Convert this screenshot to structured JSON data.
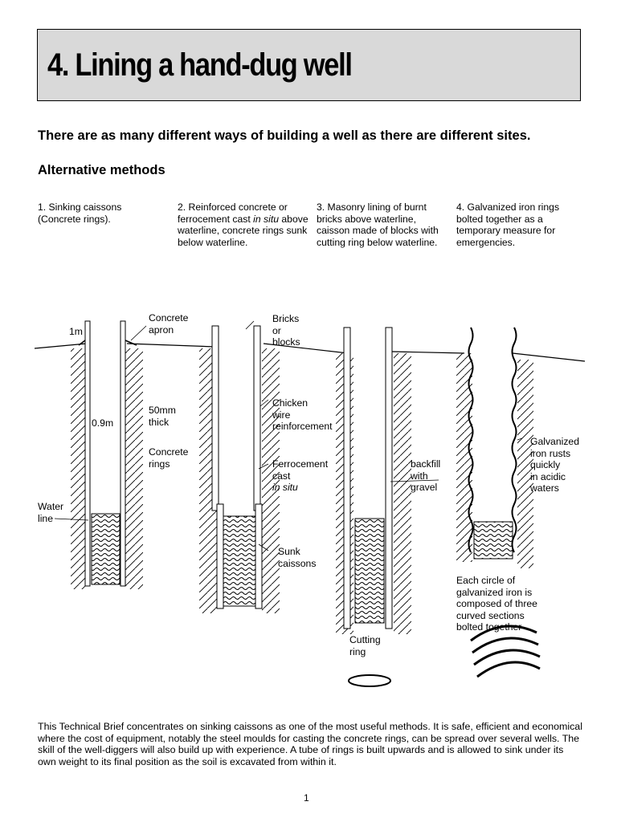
{
  "header": {
    "title": "4. Lining a hand-dug well"
  },
  "intro": "There are as many different ways of building a well as there are different sites.",
  "subheading": "Alternative methods",
  "methods": [
    {
      "pre": "1.  Sinking caissons (Concrete rings).",
      "em": "",
      "post": ""
    },
    {
      "pre": "2.  Reinforced concrete or ferrocement cast ",
      "em": "in situ",
      "post": " above waterline, concrete rings sunk below waterline."
    },
    {
      "pre": "3.  Masonry lining of burnt bricks above waterline, caisson made of blocks with cutting ring below waterline.",
      "em": "",
      "post": ""
    },
    {
      "pre": "4.  Galvanized iron rings bolted together as a temporary measure for emergencies.",
      "em": "",
      "post": ""
    }
  ],
  "labels": {
    "one_m": "1m",
    "width": "0.9m",
    "water_line": [
      "Water",
      "line"
    ],
    "concrete_apron": [
      "Concrete",
      "apron"
    ],
    "thick": [
      "50mm",
      "thick"
    ],
    "concrete_rings": [
      "Concrete",
      "rings"
    ],
    "bricks": [
      "Bricks",
      "or",
      "blocks"
    ],
    "chicken_wire": [
      "Chicken",
      "wire",
      "reinforcement"
    ],
    "ferrocement": [
      "Ferrocement",
      "cast",
      "in situ"
    ],
    "sunk_caissons": [
      "Sunk",
      "caissons"
    ],
    "backfill": [
      "backfill",
      "with",
      "gravel"
    ],
    "cutting_ring": [
      "Cutting",
      "ring"
    ],
    "galvanized": [
      "Galvanized",
      "iron rusts",
      "quickly",
      "in acidic",
      "waters"
    ],
    "each_circle": [
      "Each circle of",
      "galvanized iron is",
      "composed of three",
      "curved sections",
      "bolted together"
    ]
  },
  "body": "This Technical Brief concentrates on sinking caissons as one of the most useful methods. It is safe, efficient and economical where the cost of equipment, notably the steel moulds for casting the concrete rings, can be spread over several wells. The skill of the well-diggers will also build up with experience. A tube of rings is built upwards and is allowed to sink under its own weight to its final position as the soil is excavated from within it.",
  "page_number": "1"
}
